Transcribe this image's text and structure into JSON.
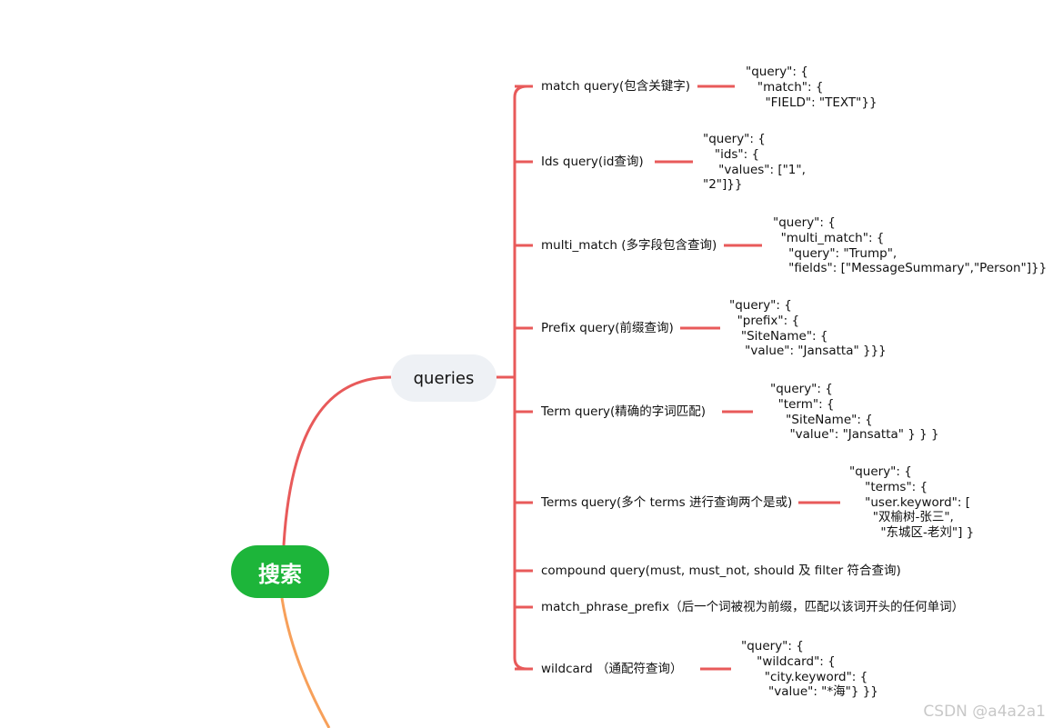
{
  "root": {
    "label": "搜索"
  },
  "hub": {
    "label": "queries"
  },
  "branches": [
    {
      "label": "match query(包含关键字)",
      "code": "\"query\": {\n   \"match\": {\n     \"FIELD\": \"TEXT\"}}"
    },
    {
      "label": "Ids  query(id查询)",
      "code": "\"query\": {\n   \"ids\": {\n    \"values\": [\"1\",\n\"2\"]}}"
    },
    {
      "label": "multi_match (多字段包含查询)",
      "code": "\"query\": {\n  \"multi_match\": {\n    \"query\": \"Trump\",\n    \"fields\": [\"MessageSummary\",\"Person\"]}}"
    },
    {
      "label": "Prefix query(前缀查询)",
      "code": "\"query\": {\n  \"prefix\": {\n   \"SiteName\": {\n    \"value\": \"Jansatta\" }}}"
    },
    {
      "label": "Term query(精确的字词匹配)",
      "code": "\"query\": {\n  \"term\": {\n    \"SiteName\": {\n     \"value\": \"Jansatta\" } } }"
    },
    {
      "label": "Terms query(多个 terms 进行查询两个是或)",
      "code": "\"query\": {\n    \"terms\": {\n    \"user.keyword\": [\n      \"双榆树-张三\",\n        \"东城区-老刘\"] }"
    },
    {
      "label": "compound query(must, must_not, should 及 filter 符合查询)",
      "code": ""
    },
    {
      "label": "match_phrase_prefix（后一个词被视为前缀，匹配以该词开头的任何单词）",
      "code": ""
    },
    {
      "label": "wildcard （通配符查询）",
      "code": "\"query\": {\n    \"wildcard\": {\n      \"city.keyword\": {\n       \"value\": \"*海\"} }}"
    }
  ],
  "watermark": "CSDN @a4a2a1",
  "colors": {
    "root": "#1db53a",
    "line": "#e85a5a",
    "line2": "#f7a05a",
    "hub": "#eef1f5"
  }
}
